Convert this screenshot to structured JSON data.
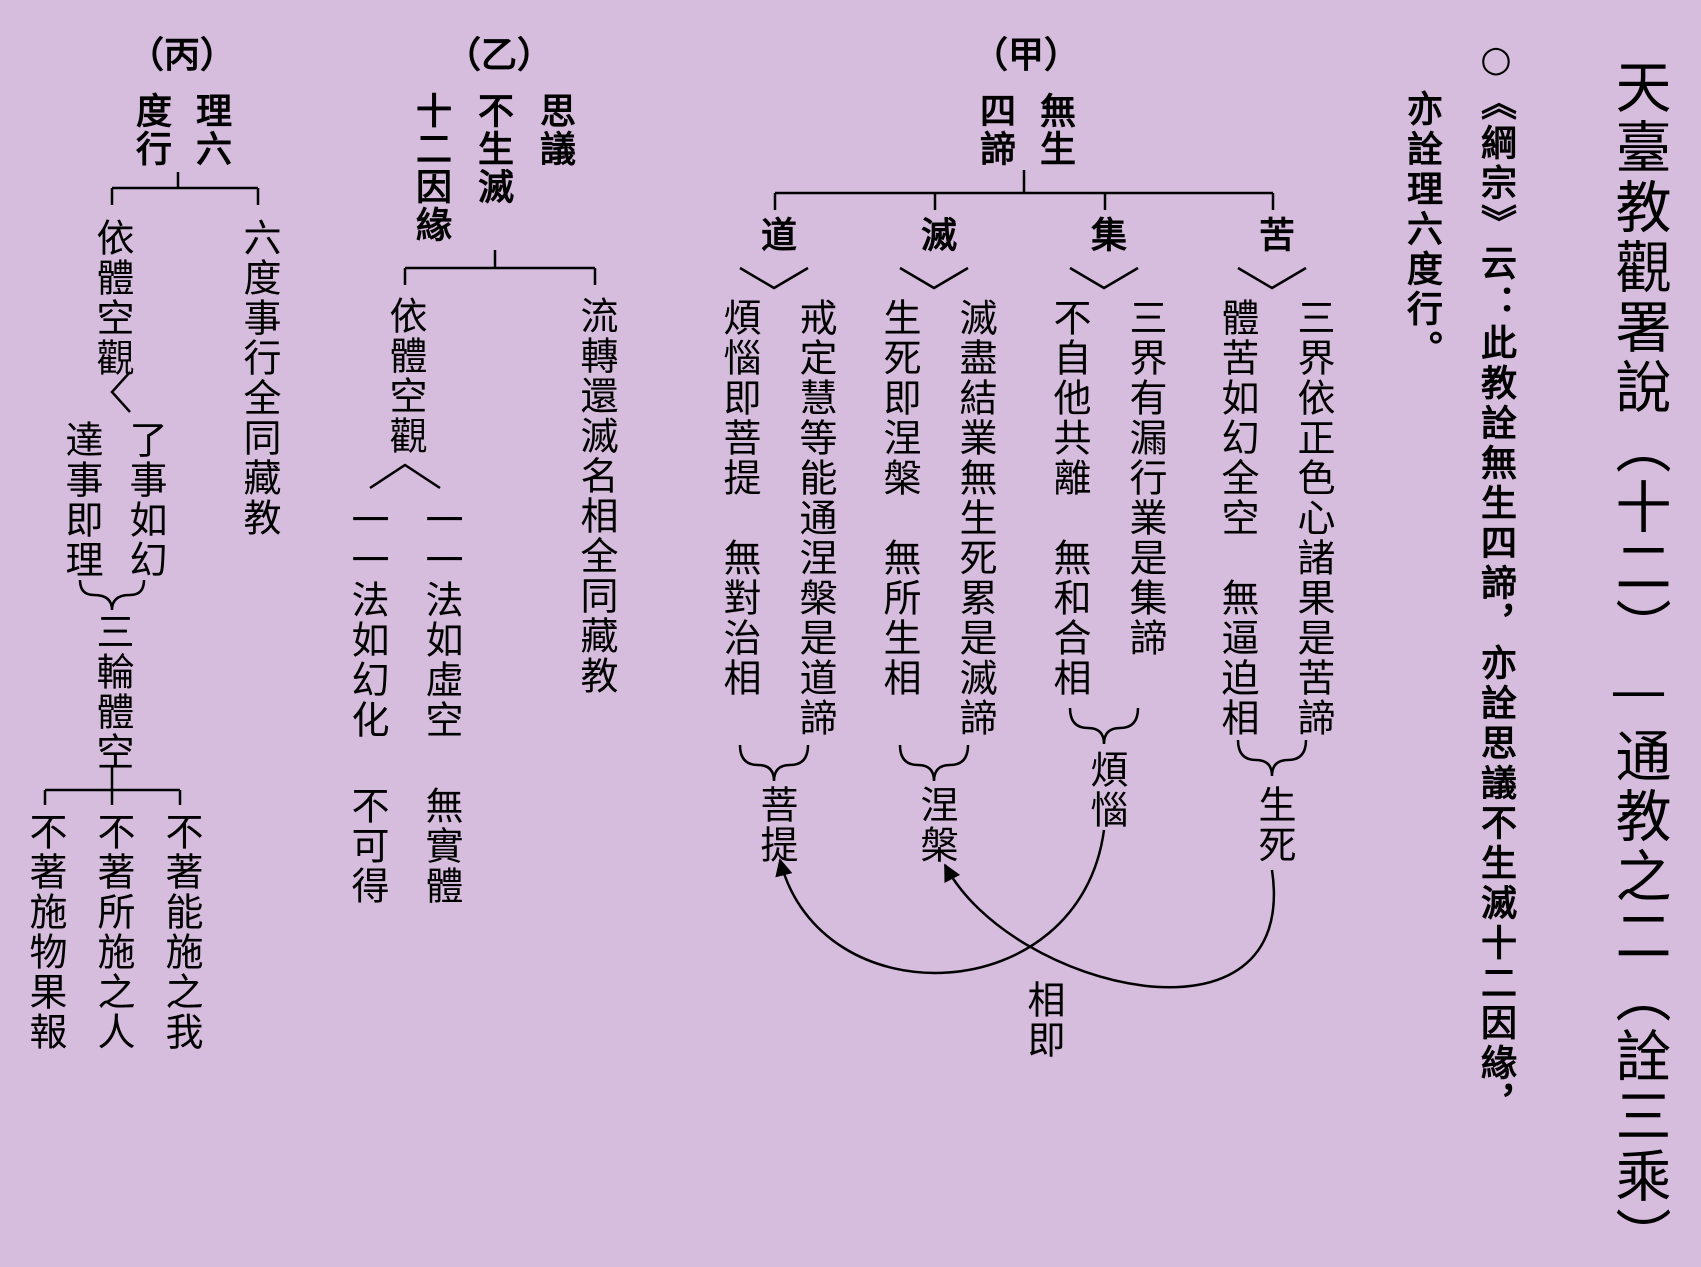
{
  "title": "天臺教觀署說（十二）—通教之二（詮三乘）",
  "quote": {
    "line1": "○《綱宗》云：此教詮無生四諦，亦詮思議不生滅十二因緣，",
    "line2": "亦詮理六度行。"
  },
  "jia": {
    "label": "（甲）",
    "heading": [
      "無生",
      "四諦"
    ],
    "suffering": {
      "name": "苦",
      "items": [
        "三界依正色心諸果是苦諦",
        "體苦如幻全空　無逼迫相"
      ],
      "group": "生死"
    },
    "origin": {
      "name": "集",
      "items": [
        "三界有漏行業是集諦",
        "不自他共離　無和合相"
      ],
      "group": "煩惱"
    },
    "cessation": {
      "name": "滅",
      "items": [
        "滅盡結業無生死累是滅諦",
        "生死即涅槃　無所生相"
      ],
      "group": "涅槃"
    },
    "path": {
      "name": "道",
      "items": [
        "戒定慧等能通涅槃是道諦",
        "煩惱即菩提　無對治相"
      ],
      "group": "菩提"
    },
    "identity": "相即"
  },
  "yi": {
    "label": "（乙）",
    "heading": [
      "思議",
      "不生滅",
      "十二因緣"
    ],
    "branch1": "流轉還滅名相全同藏教",
    "branch2": "依體空觀",
    "sub1": "一一法如虛空 無實體",
    "sub2": "一一法如幻化 不可得"
  },
  "bing": {
    "label": "（丙）",
    "heading": [
      "理六",
      "度行"
    ],
    "branch1": "六度事行全同藏教",
    "branch2": "依體空觀",
    "sub1": "了事如幻",
    "sub2": "達事即理",
    "merge": "三輪體空",
    "leaves": [
      "不著能施之我",
      "不著所施之人",
      "不著施物果報"
    ]
  }
}
